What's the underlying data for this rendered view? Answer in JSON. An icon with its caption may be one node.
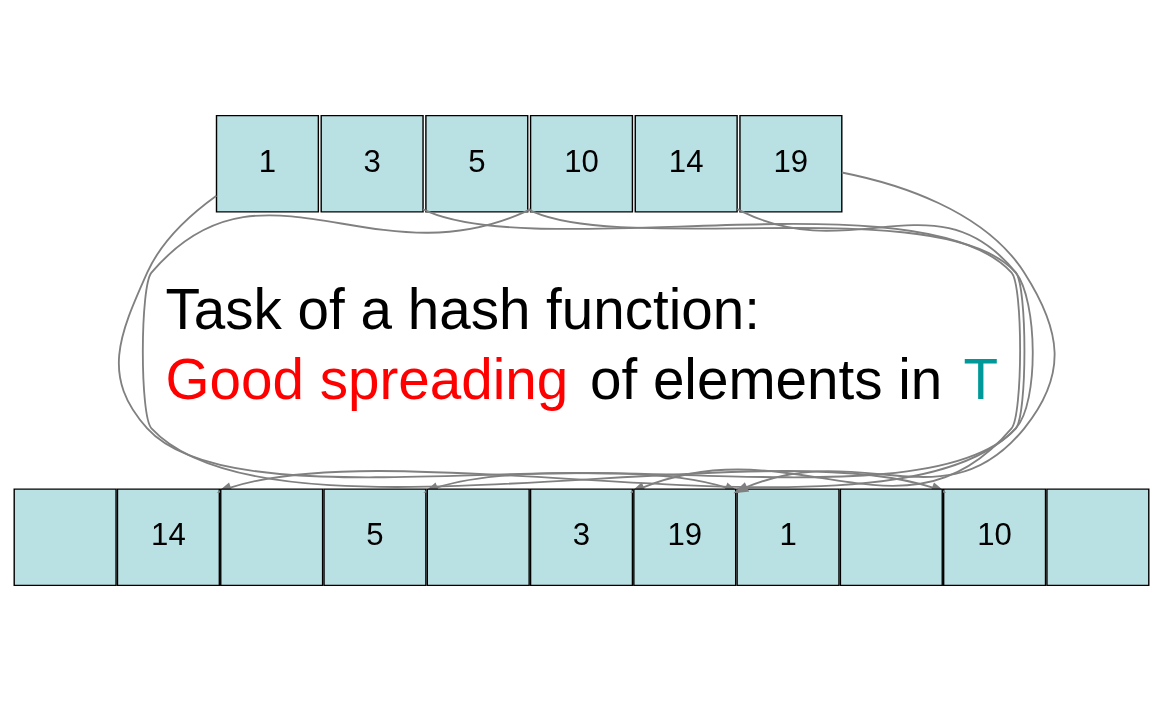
{
  "diagram": {
    "nodes": [
      {
        "text": [
          "1"
        ]
      },
      {
        "text": [
          "3"
        ]
      },
      {
        "text": [
          "5"
        ]
      },
      {
        "text": [
          "10"
        ]
      },
      {
        "text": [
          "14"
        ]
      },
      {
        "text": [
          "19"
        ]
      },
      {
        "text": [],
        "shape": "box"
      },
      {
        "text": [
          "14"
        ]
      },
      {
        "text": [],
        "shape": "box"
      },
      {
        "text": [
          "5"
        ]
      },
      {
        "text": [],
        "shape": "box"
      },
      {
        "text": [
          "3"
        ]
      },
      {
        "text": [
          "19"
        ]
      },
      {
        "text": [
          "1"
        ]
      },
      {
        "text": [],
        "shape": "box"
      },
      {
        "text": [
          "10"
        ]
      },
      {
        "text": [],
        "shape": "box"
      }
    ],
    "edges": [
      {
        "from": 0,
        "to": 13,
        "arrow": "to"
      },
      {
        "from": 1,
        "to": 11,
        "arrow": "to"
      },
      {
        "from": 2,
        "to": 9,
        "arrow": "to"
      },
      {
        "from": 3,
        "to": 15,
        "arrow": "to"
      },
      {
        "from": 4,
        "to": 7,
        "arrow": "to"
      },
      {
        "from": 5,
        "to": 12,
        "arrow": "to"
      }
    ],
    "labels": [
      "Task of a hash function:",
      "Good spreading",
      "of elements in",
      "T"
    ]
  }
}
